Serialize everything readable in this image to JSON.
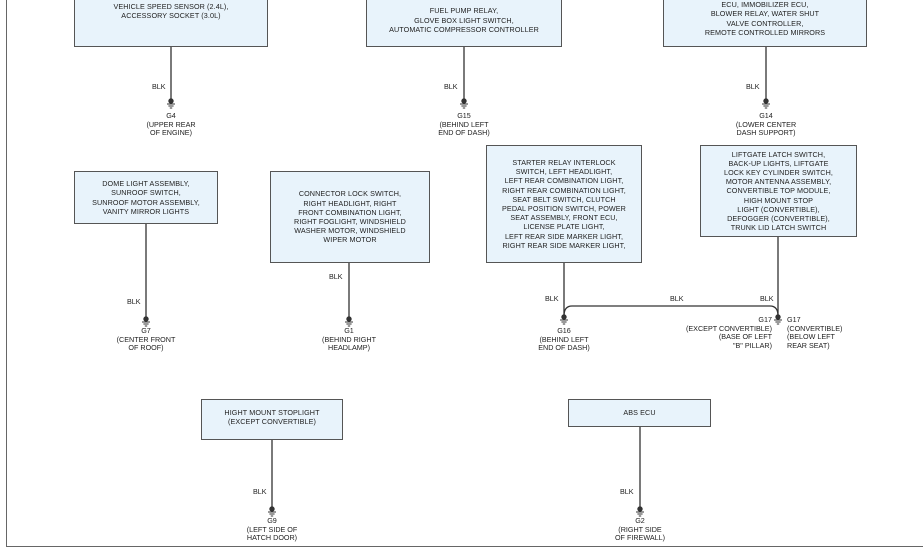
{
  "components": {
    "top_left": "VEHICLE SPEED SENSOR (2.4L),\nACCESSORY SOCKET (3.0L)",
    "top_center": "FUEL PUMP RELAY,\nGLOVE BOX LIGHT SWITCH,\nAUTOMATIC COMPRESSOR CONTROLLER",
    "top_right": "ECU, IMMOBILIZER ECU,\nBLOWER RELAY, WATER SHUT\nVALVE CONTROLLER,\nREMOTE CONTROLLED MIRRORS",
    "dome": "DOME LIGHT ASSEMBLY,\nSUNROOF SWITCH,\nSUNROOF MOTOR ASSEMBLY,\nVANITY MIRROR LIGHTS",
    "connector": "CONNECTOR LOCK SWITCH,\nRIGHT HEADLIGHT, RIGHT\nFRONT COMBINATION LIGHT,\nRIGHT FOGLIGHT, WINDSHIELD\nWASHER MOTOR, WINDSHIELD\nWIPER MOTOR",
    "starter": "STARTER RELAY INTERLOCK\nSWITCH, LEFT HEADLIGHT,\nLEFT REAR COMBINATION LIGHT,\nRIGHT REAR COMBINATION LIGHT,\nSEAT BELT SWITCH, CLUTCH\nPEDAL POSITION SWITCH, POWER\nSEAT ASSEMBLY, FRONT ECU,\nLICENSE PLATE LIGHT,\nLEFT REAR SIDE MARKER LIGHT,\nRIGHT REAR SIDE MARKER LIGHT,",
    "liftgate": "LIFTGATE LATCH SWITCH,\nBACK-UP LIGHTS, LIFTGATE\nLOCK KEY CYLINDER SWITCH,\nMOTOR ANTENNA ASSEMBLY,\nCONVERTIBLE TOP MODULE,\nHIGH MOUNT STOP\nLIGHT (CONVERTIBLE),\nDEFOGGER (CONVERTIBLE),\nTRUNK LID LATCH SWITCH",
    "stoplight": "HIGHT MOUNT STOPLIGHT\n(EXCEPT CONVERTIBLE)",
    "abs": "ABS ECU"
  },
  "wire_color": "BLK",
  "grounds": {
    "g4": {
      "id": "G4",
      "desc": "(UPPER REAR\nOF ENGINE)"
    },
    "g15": {
      "id": "G15",
      "desc": "(BEHIND LEFT\nEND OF DASH)"
    },
    "g14": {
      "id": "G14",
      "desc": "(LOWER CENTER\nDASH SUPPORT)"
    },
    "g7": {
      "id": "G7",
      "desc": "(CENTER FRONT\nOF ROOF)"
    },
    "g1": {
      "id": "G1",
      "desc": "(BEHIND RIGHT\nHEADLAMP)"
    },
    "g16": {
      "id": "G16",
      "desc": "(BEHIND LEFT\nEND OF DASH)"
    },
    "g17a": {
      "id": "G17",
      "desc": "(EXCEPT CONVERTIBLE)\n(BASE OF LEFT\n\"B\" PILLAR)"
    },
    "g17b": {
      "id": "G17",
      "desc": "(CONVERTIBLE)\n(BELOW LEFT\nREAR SEAT)"
    },
    "g9": {
      "id": "G9",
      "desc": "(LEFT SIDE OF\nHATCH DOOR)"
    },
    "g2": {
      "id": "G2",
      "desc": "(RIGHT SIDE\nOF FIREWALL)"
    }
  },
  "colors": {
    "box_fill": "#e8f3fb",
    "line": "#333333"
  }
}
